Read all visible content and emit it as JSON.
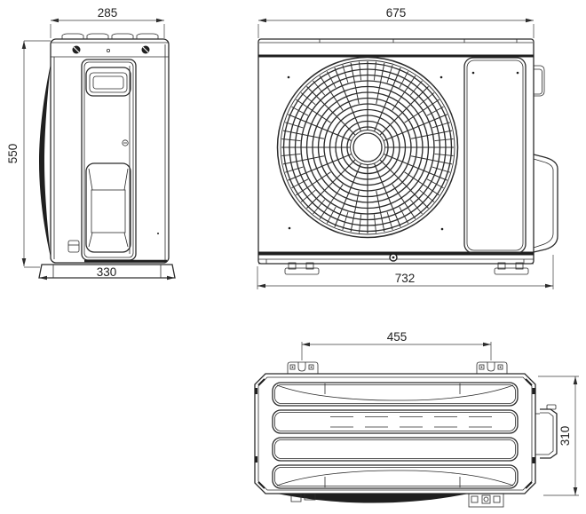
{
  "colors": {
    "line": "#2b2b2b",
    "dark_fill": "#1f1f1f",
    "text": "#1f1f1f",
    "background": "#ffffff"
  },
  "views": {
    "side": {
      "dims": {
        "width_top": "285",
        "height": "550",
        "base_width": "330"
      }
    },
    "front": {
      "dims": {
        "width_top": "675",
        "width_overall": "732"
      }
    },
    "top": {
      "dims": {
        "mount_spacing": "455",
        "depth": "310"
      }
    }
  }
}
